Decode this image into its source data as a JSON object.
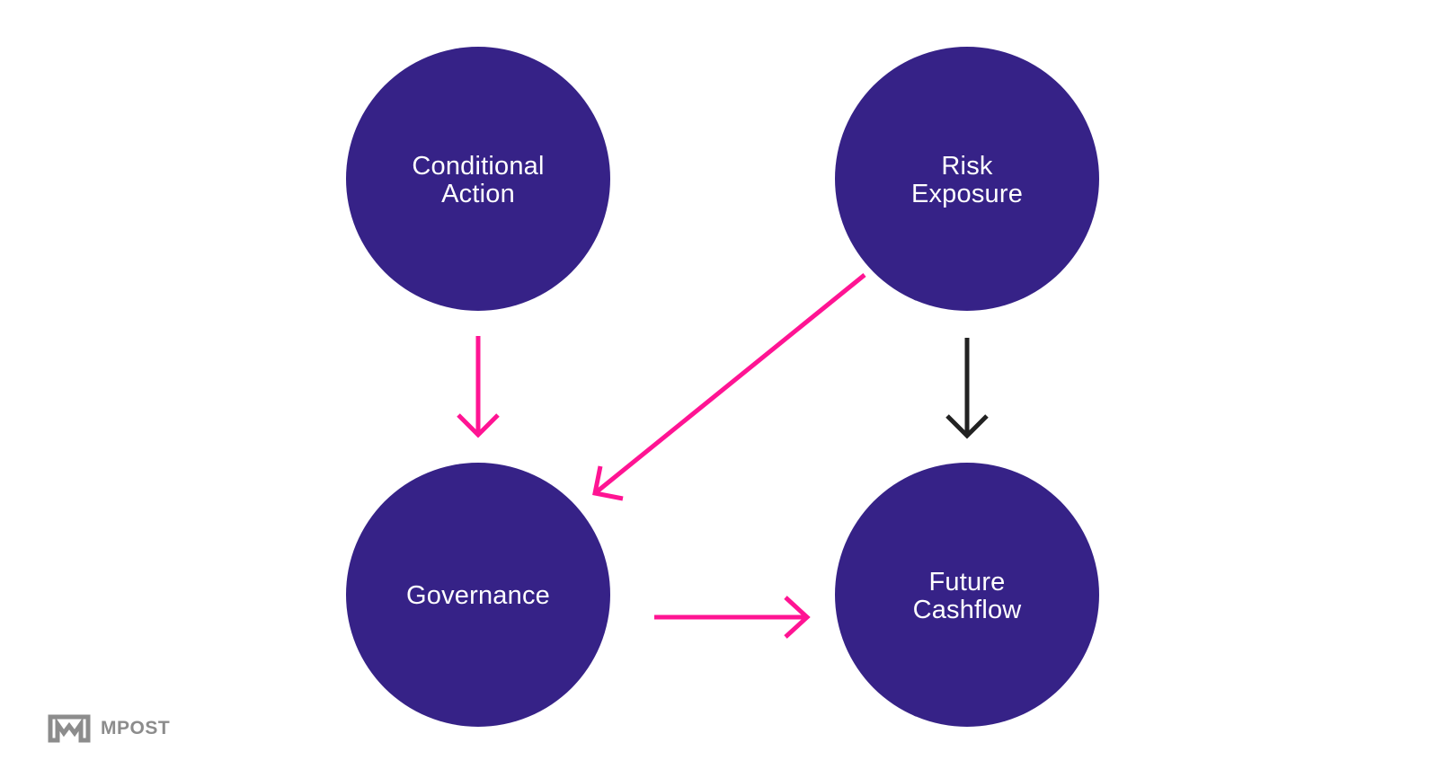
{
  "colors": {
    "node_fill": "#362287",
    "node_text": "#ffffff",
    "arrow_accent": "#ff1493",
    "arrow_neutral": "#222222",
    "logo": "#8c8c8c"
  },
  "nodes": {
    "conditional_action": {
      "line1": "Conditional",
      "line2": "Action"
    },
    "risk_exposure": {
      "line1": "Risk",
      "line2": "Exposure"
    },
    "governance": {
      "line1": "Governance"
    },
    "future_cashflow": {
      "line1": "Future",
      "line2": "Cashflow"
    }
  },
  "edges": [
    {
      "from": "Conditional Action",
      "to": "Governance",
      "color": "accent"
    },
    {
      "from": "Risk Exposure",
      "to": "Governance",
      "color": "accent"
    },
    {
      "from": "Risk Exposure",
      "to": "Future Cashflow",
      "color": "neutral"
    },
    {
      "from": "Governance",
      "to": "Future Cashflow",
      "color": "accent"
    }
  ],
  "logo": {
    "text": "MPOST",
    "icon": "mpost-logo-icon"
  }
}
